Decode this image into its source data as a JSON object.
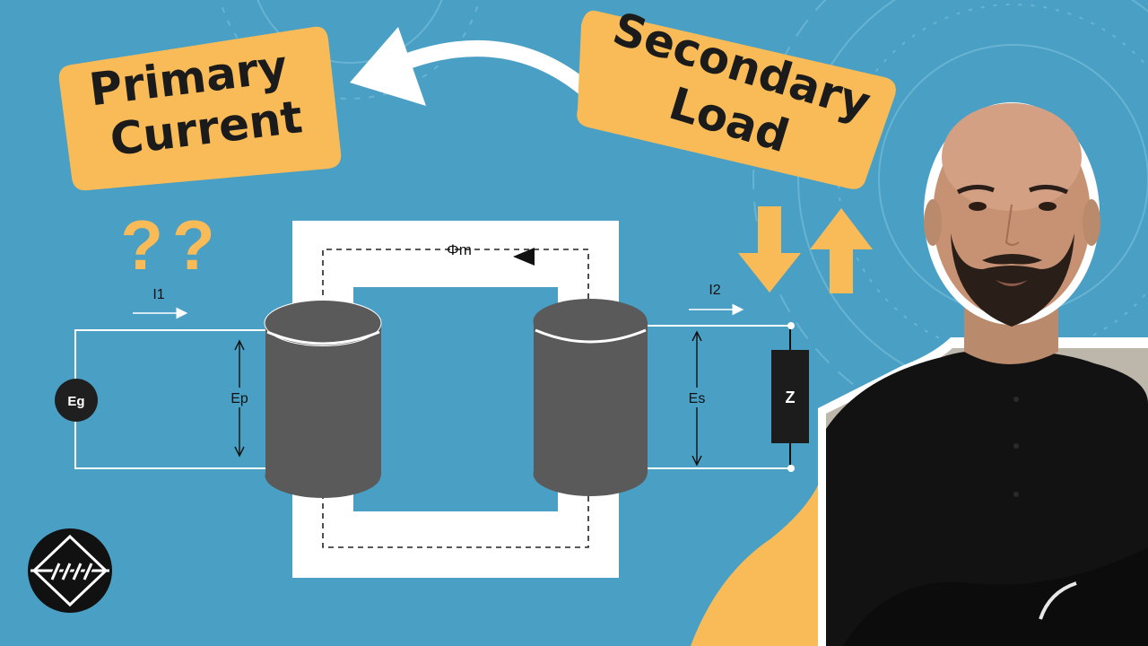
{
  "callouts": {
    "primary_line1": "Primary",
    "primary_line2": "Current",
    "secondary_line1": "Secondary",
    "secondary_line2": "Load",
    "question_marks": "??"
  },
  "circuit": {
    "flux_label": "Φm",
    "primary_current_label": "I1",
    "secondary_current_label": "I2",
    "source_label": "Eg",
    "primary_emf_label": "Ep",
    "secondary_emf_label": "Es",
    "load_label": "Z"
  },
  "colors": {
    "background": "#4a9fc4",
    "callout": "#f8bb57",
    "core": "#ffffff",
    "coil": "#5a5a5a",
    "text": "#1b1b1b"
  }
}
